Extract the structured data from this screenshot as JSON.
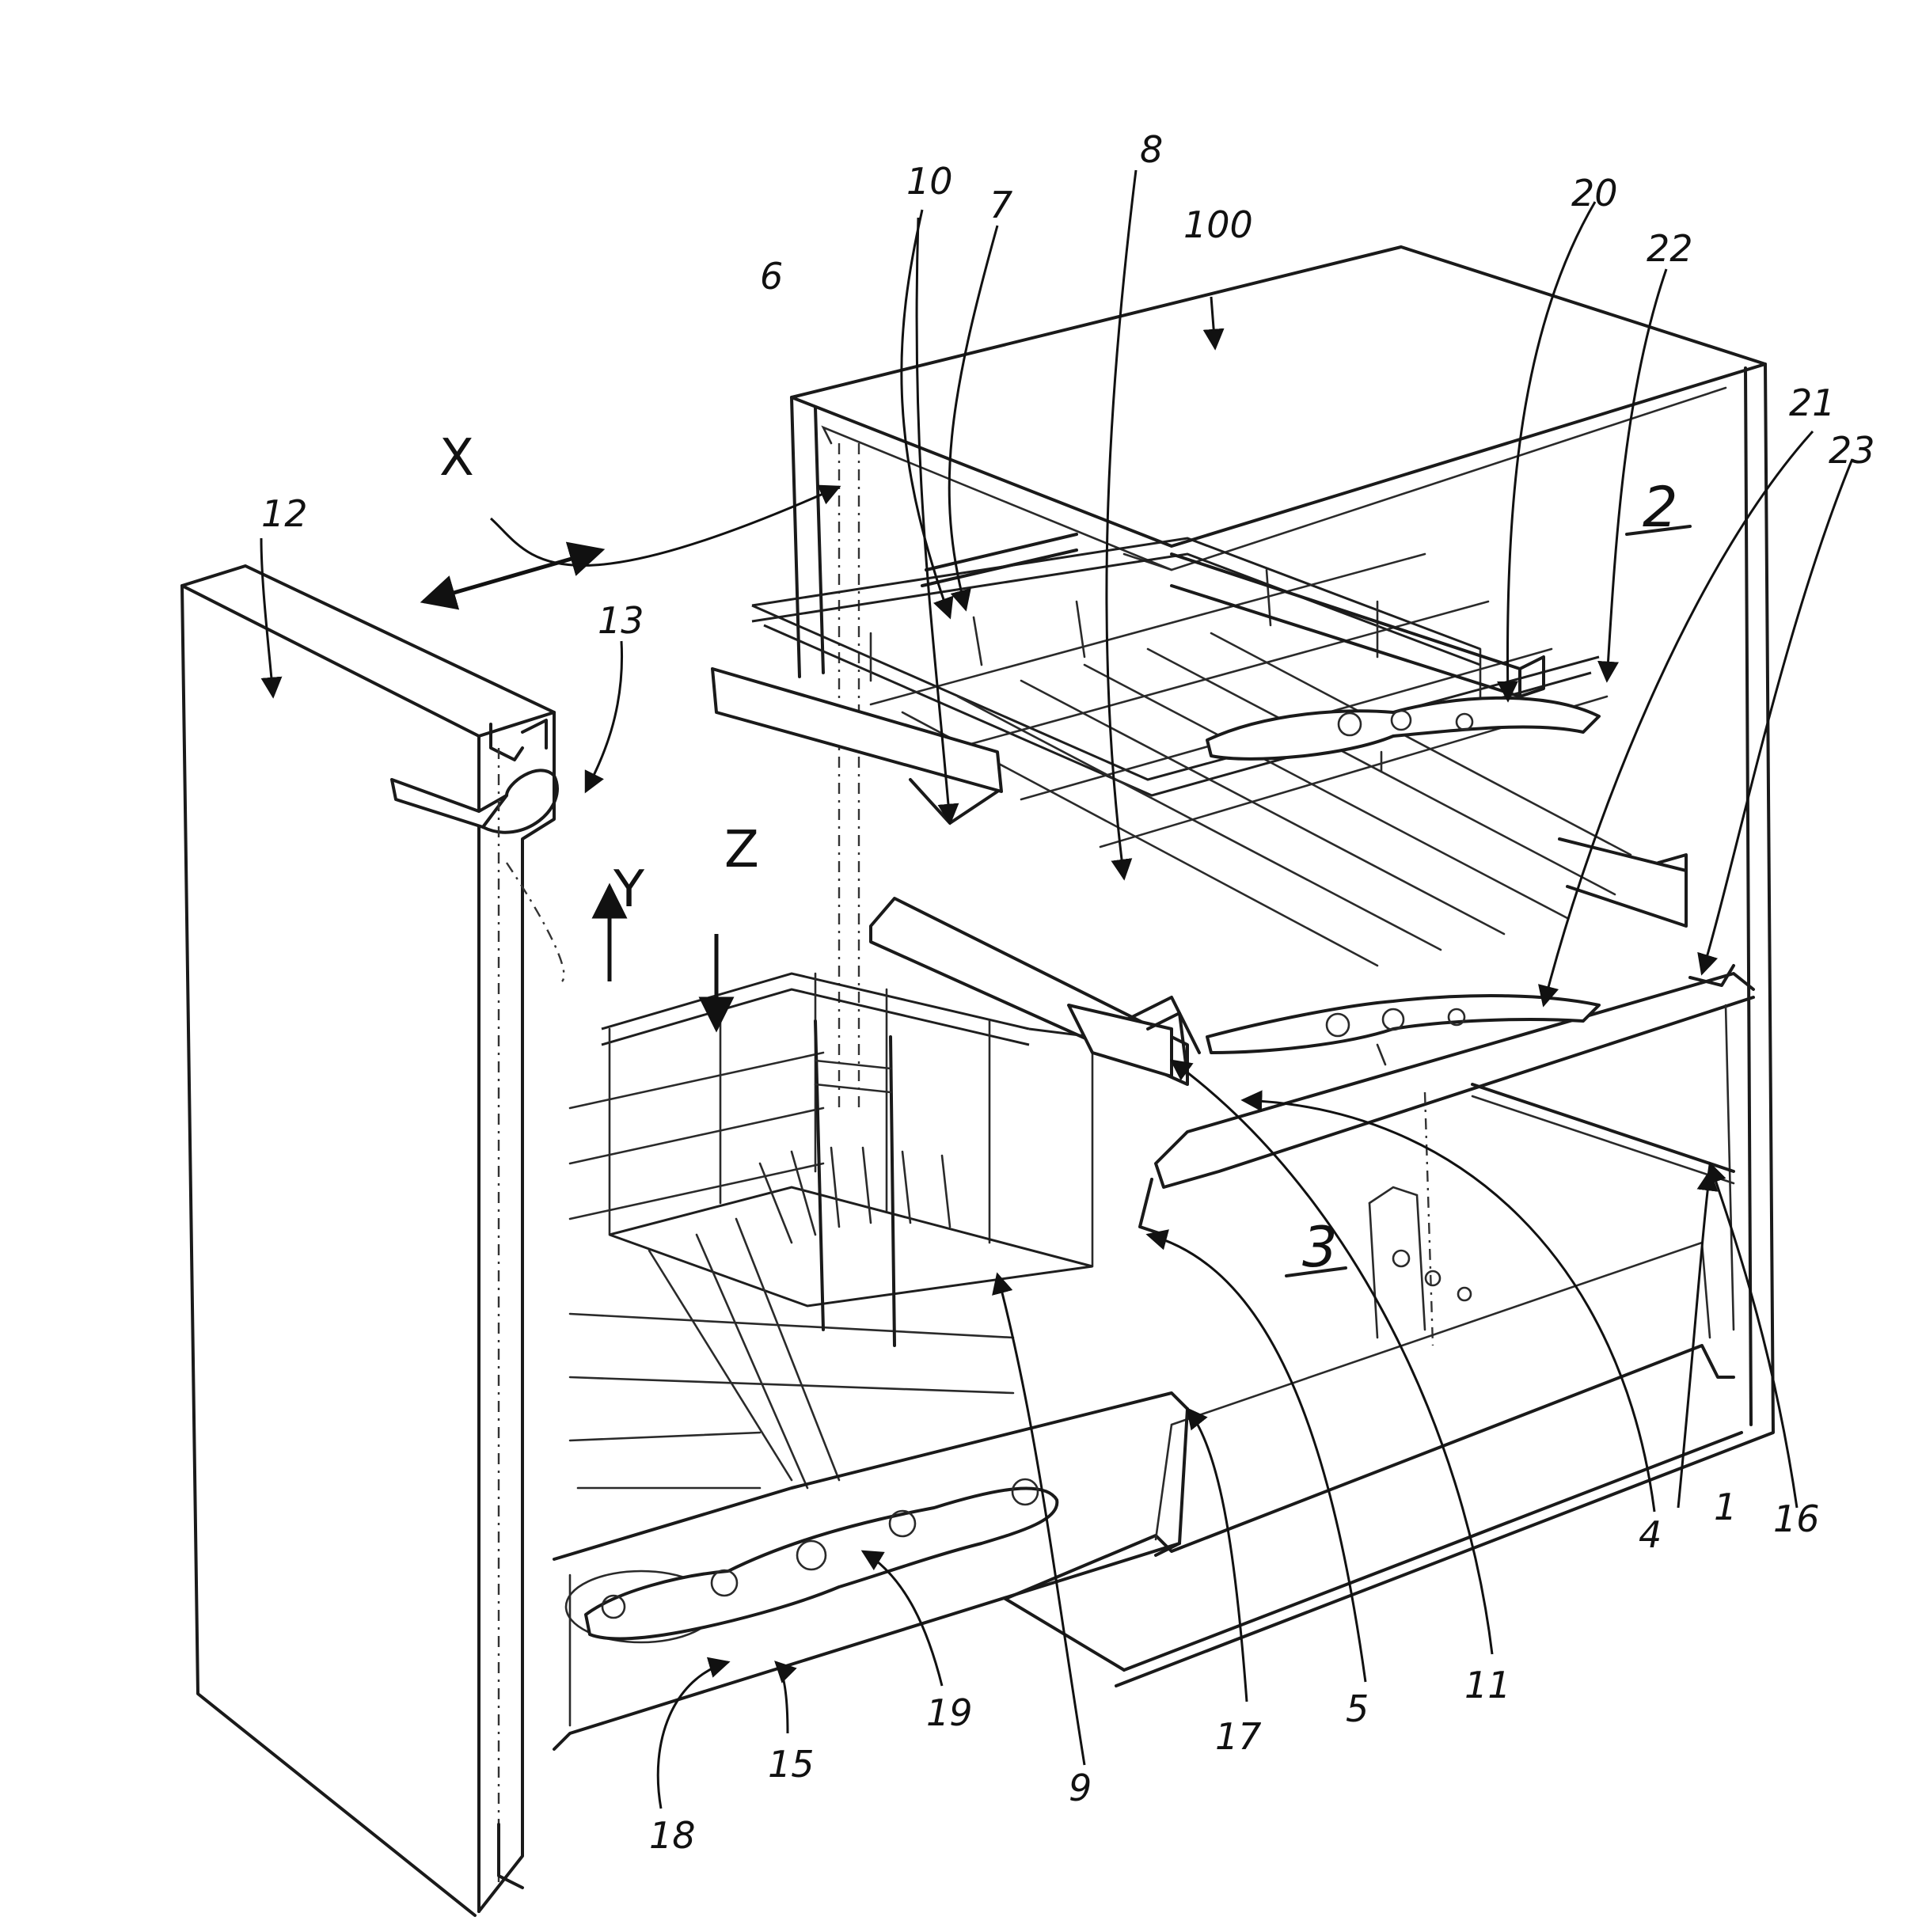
{
  "figure": {
    "reference_numerals": {
      "n1": "1",
      "n2": "2",
      "n3": "3",
      "n4": "4",
      "n5": "5",
      "n6": "6",
      "n7": "7",
      "n8": "8",
      "n9": "9",
      "n10": "10",
      "n11": "11",
      "n12": "12",
      "n13": "13",
      "n15": "15",
      "n16": "16",
      "n17": "17",
      "n18": "18",
      "n19": "19",
      "n20": "20",
      "n21": "21",
      "n22": "22",
      "n23": "23",
      "n100": "100"
    },
    "axis_letters": {
      "x": "X",
      "y": "Y",
      "z": "Z"
    }
  }
}
